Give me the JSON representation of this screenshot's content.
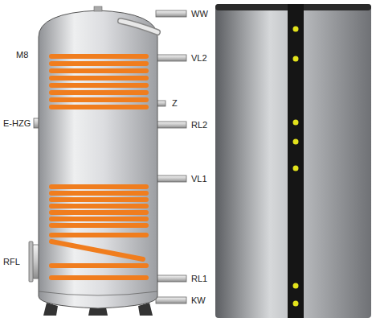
{
  "diagram": {
    "labels": [
      "WW",
      "M8",
      "VL2",
      "Z",
      "RL2",
      "E-HZG",
      "VL1",
      "RFL",
      "RL1",
      "KW"
    ]
  }
}
